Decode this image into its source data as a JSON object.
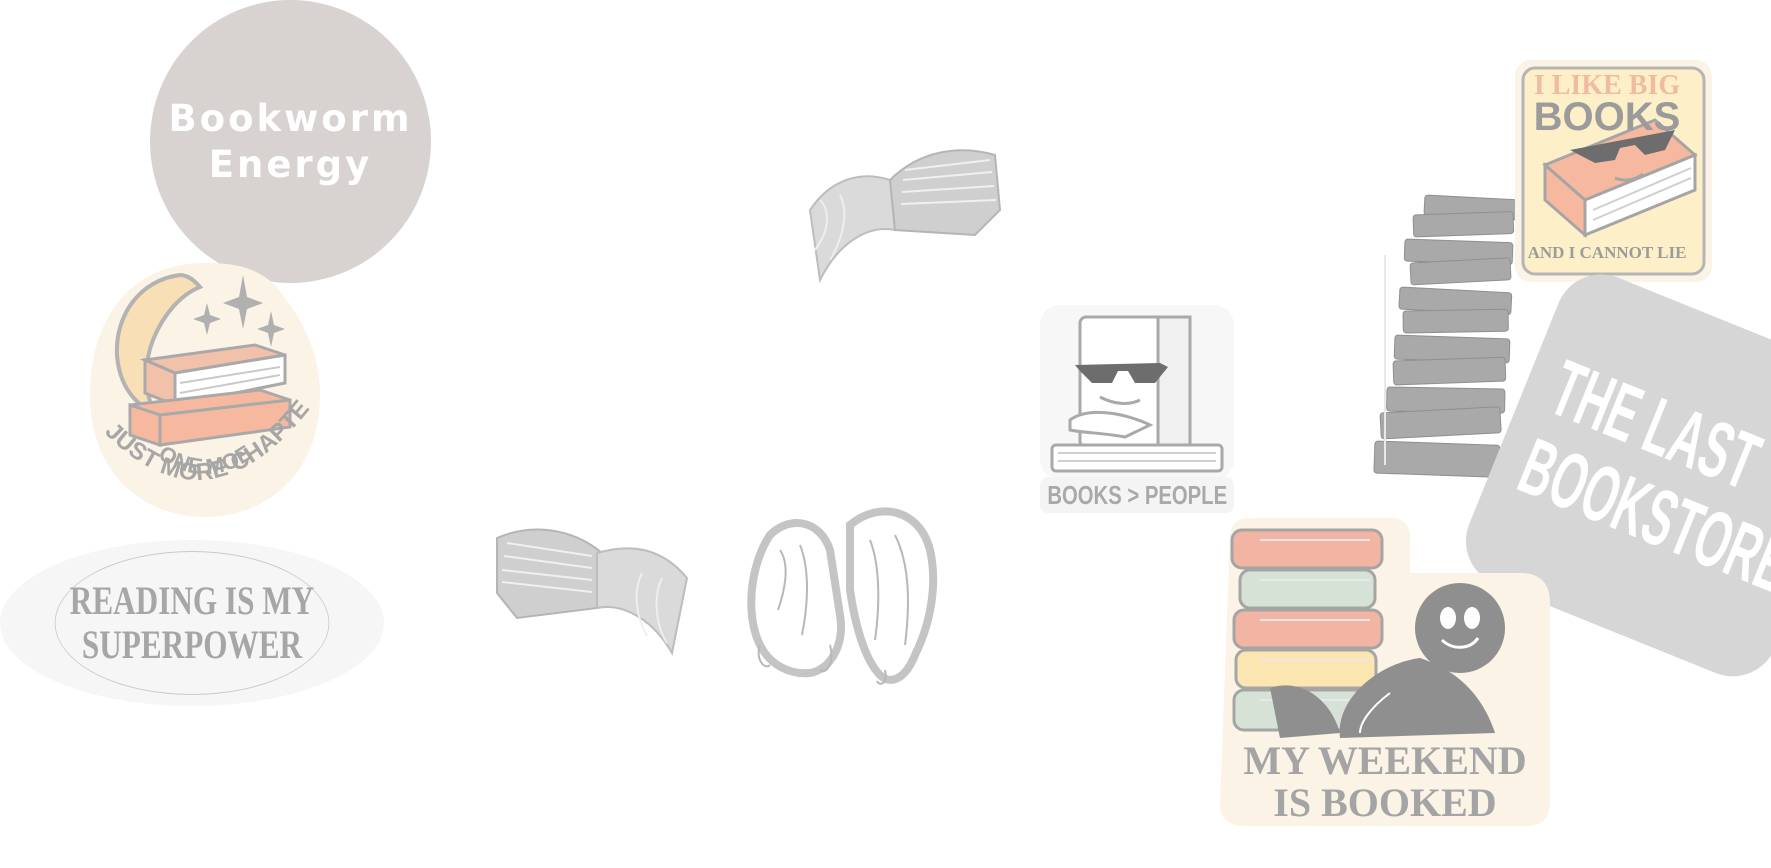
{
  "stickers": {
    "bookworm": {
      "line1": "Bookworm",
      "line2": "Energy"
    },
    "one_more_chapter": {
      "inner": "ONE MOE",
      "outer": "JUST MORE CHAPTER"
    },
    "reading": {
      "line1": "READING IS MY",
      "line2": "SUPERPOWER"
    },
    "books_people": {
      "label": "BOOKS > PEOPLE"
    },
    "weekend": {
      "line1": "MY WEEKEND",
      "line2": "IS BOOKED"
    },
    "big_books": {
      "top": "I LIKE BIG",
      "middle": "BOOKS",
      "bottom": "AND I CANNOT LIE"
    },
    "last_bookstore": {
      "line1": "THE LAST",
      "line2": "BOOKSTORE"
    }
  },
  "colors": {
    "bookworm_circle": "#d8d3d1",
    "peach_book": "#f1c1aa",
    "cream_background": "#faf3e6",
    "yellow_background": "#fdf0c8",
    "gray_ink": "#9e9e9e",
    "last_bookstore_bg": "#d6d6d6"
  }
}
